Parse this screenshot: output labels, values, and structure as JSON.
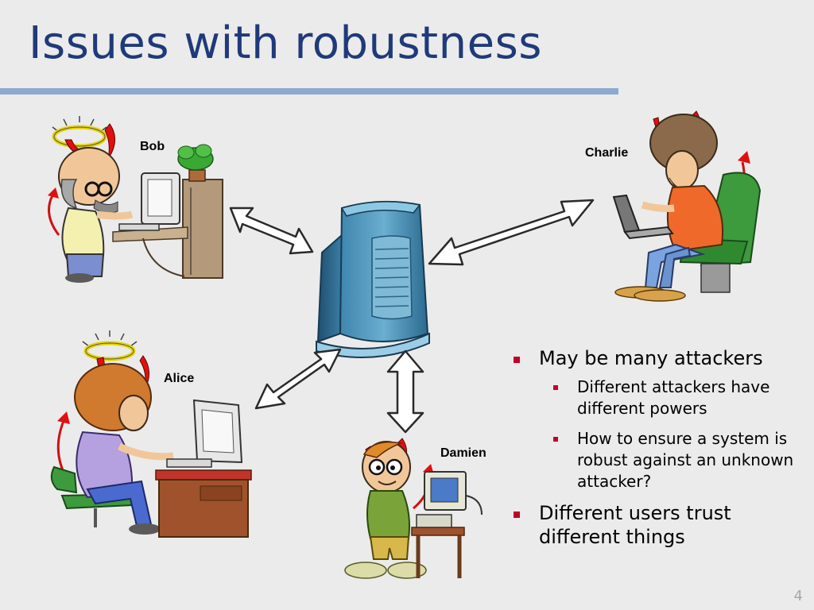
{
  "slide": {
    "title": "Issues with robustness",
    "page_number": "4"
  },
  "people": {
    "bob": "Bob",
    "charlie": "Charlie",
    "alice": "Alice",
    "damien": "Damien"
  },
  "bullets": [
    {
      "text": "May be many attackers",
      "children": [
        {
          "text": "Different attackers have different powers"
        },
        {
          "text": "How to ensure a system is robust against an unknown attacker?"
        }
      ]
    },
    {
      "text": "Different users trust different things"
    }
  ],
  "colors": {
    "title": "#1f3a7a",
    "rule": "#8eaad0",
    "bullet": "#c0002a",
    "background": "#ebebeb"
  }
}
